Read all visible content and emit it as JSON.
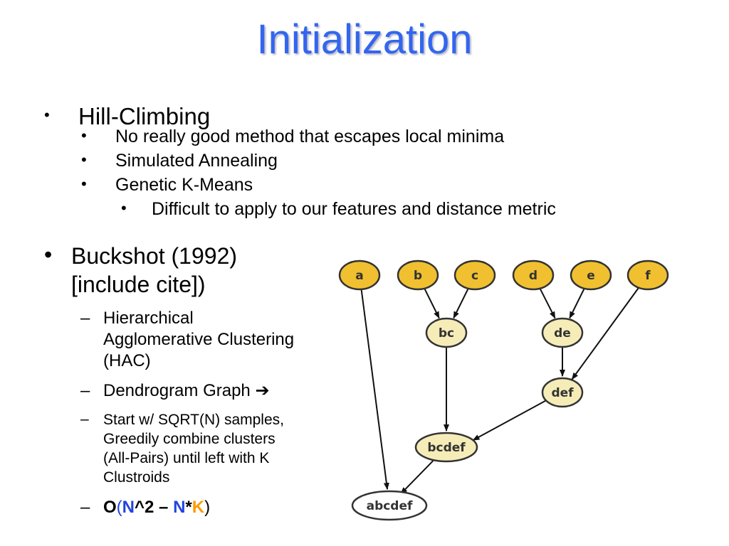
{
  "slide": {
    "title": "Initialization"
  },
  "bullets": {
    "bullet_glyph": "•",
    "dash_glyph": "–",
    "hill_climbing": "Hill-Climbing",
    "sub1": "No really good method that escapes local minima",
    "sub2": "Simulated Annealing",
    "sub3": "Genetic K-Means",
    "subsub1": "Difficult to apply to our features and distance metric",
    "buckshot_line1": "Buckshot (1992)",
    "buckshot_line2": "[include cite])",
    "hac_line1": "Hierarchical",
    "hac_line2": "Agglomerative  Clustering",
    "hac_line3": "(HAC)",
    "dendrogram": "Dendrogram Graph",
    "arrow_glyph": "➔",
    "start_line1": "Start w/ SQRT(N) samples,",
    "start_line2": "Greedily combine clusters",
    "start_line3": "(All-Pairs) until left with K",
    "start_line4": "Clustroids",
    "complexity": {
      "O": "O",
      "p1": "(",
      "N1": "N",
      "pow": "^2 – ",
      "N2": "N",
      "star": "*",
      "K": "K",
      "p2": ")"
    }
  },
  "colors": {
    "title": "#3366ee",
    "leaf_fill": "#f0c030",
    "internal_fill": "#f5ecb8",
    "root_fill": "#ffffff",
    "N_color": "#2244dd",
    "K_color": "#ff9900"
  },
  "dendrogram": {
    "nodes": [
      {
        "id": "a",
        "label": "a",
        "kind": "leaf"
      },
      {
        "id": "b",
        "label": "b",
        "kind": "leaf"
      },
      {
        "id": "c",
        "label": "c",
        "kind": "leaf"
      },
      {
        "id": "d",
        "label": "d",
        "kind": "leaf"
      },
      {
        "id": "e",
        "label": "e",
        "kind": "leaf"
      },
      {
        "id": "f",
        "label": "f",
        "kind": "leaf"
      },
      {
        "id": "bc",
        "label": "bc",
        "kind": "internal"
      },
      {
        "id": "de",
        "label": "de",
        "kind": "internal"
      },
      {
        "id": "def",
        "label": "def",
        "kind": "internal"
      },
      {
        "id": "bcdef",
        "label": "bcdef",
        "kind": "internal"
      },
      {
        "id": "abcdef",
        "label": "abcdef",
        "kind": "root"
      }
    ],
    "edges": [
      [
        "b",
        "bc"
      ],
      [
        "c",
        "bc"
      ],
      [
        "d",
        "de"
      ],
      [
        "e",
        "de"
      ],
      [
        "de",
        "def"
      ],
      [
        "f",
        "def"
      ],
      [
        "bc",
        "bcdef"
      ],
      [
        "def",
        "bcdef"
      ],
      [
        "a",
        "abcdef"
      ],
      [
        "bcdef",
        "abcdef"
      ]
    ]
  }
}
